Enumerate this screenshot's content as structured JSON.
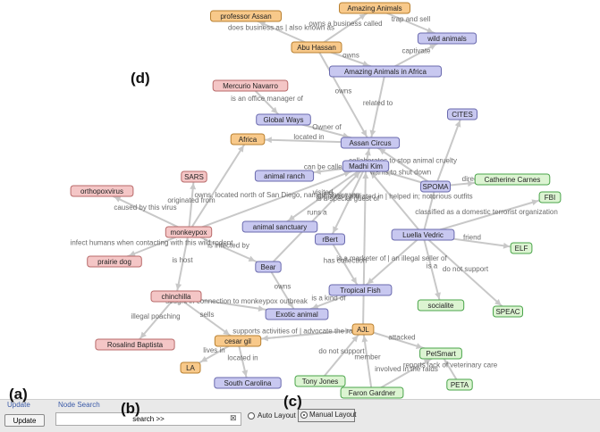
{
  "graph": {
    "nodes": [
      {
        "id": "professor_assan",
        "label": "professor Assan",
        "type": "org"
      },
      {
        "id": "amazing_animals",
        "label": "Amazing Animals",
        "type": "org"
      },
      {
        "id": "abu_hassan",
        "label": "Abu Hassan",
        "type": "org"
      },
      {
        "id": "wild_animals",
        "label": "wild animals",
        "type": "thing"
      },
      {
        "id": "amazing_animals_africa",
        "label": "Amazing Animals in Africa",
        "type": "thing"
      },
      {
        "id": "mercurio",
        "label": "Mercurio Navarro",
        "type": "person"
      },
      {
        "id": "global_ways",
        "label": "Global Ways",
        "type": "thing"
      },
      {
        "id": "cites",
        "label": "CITES",
        "type": "thing"
      },
      {
        "id": "africa",
        "label": "Africa",
        "type": "org"
      },
      {
        "id": "assan_circus",
        "label": "Assan Circus",
        "type": "thing"
      },
      {
        "id": "madhi_kim",
        "label": "Madhi Kim",
        "type": "thing"
      },
      {
        "id": "sars",
        "label": "SARS",
        "type": "person"
      },
      {
        "id": "animal_ranch",
        "label": "animal ranch",
        "type": "thing"
      },
      {
        "id": "spoma",
        "label": "SPOMA",
        "type": "thing"
      },
      {
        "id": "catherine",
        "label": "Catherine Carnes",
        "type": "green"
      },
      {
        "id": "fbi",
        "label": "FBI",
        "type": "green"
      },
      {
        "id": "orthopoxvirus",
        "label": "orthopoxvirus",
        "type": "person"
      },
      {
        "id": "monkeypox",
        "label": "monkeypox",
        "type": "person"
      },
      {
        "id": "animal_sanctuary",
        "label": "animal sanctuary",
        "type": "thing"
      },
      {
        "id": "luella",
        "label": "Luella Vedric",
        "type": "thing"
      },
      {
        "id": "elf",
        "label": "ELF",
        "type": "green"
      },
      {
        "id": "prairie_dog",
        "label": "prairie dog",
        "type": "person"
      },
      {
        "id": "rbert",
        "label": "rBert",
        "type": "thing"
      },
      {
        "id": "bear",
        "label": "Bear",
        "type": "thing"
      },
      {
        "id": "chinchilla",
        "label": "chinchilla",
        "type": "person"
      },
      {
        "id": "tropical_fish",
        "label": "Tropical Fish",
        "type": "thing"
      },
      {
        "id": "socialite",
        "label": "socialite",
        "type": "green"
      },
      {
        "id": "speac",
        "label": "SPEAC",
        "type": "green"
      },
      {
        "id": "exotic_animal",
        "label": "Exotic animal",
        "type": "thing"
      },
      {
        "id": "ajl",
        "label": "AJL",
        "type": "org"
      },
      {
        "id": "cesar_gil",
        "label": "cesar gil",
        "type": "org"
      },
      {
        "id": "rosalind",
        "label": "Rosalind Baptista",
        "type": "person"
      },
      {
        "id": "petsmart",
        "label": "PetSmart",
        "type": "green"
      },
      {
        "id": "la",
        "label": "LA",
        "type": "org"
      },
      {
        "id": "south_carolina",
        "label": "South Carolina",
        "type": "thing"
      },
      {
        "id": "tony_jones",
        "label": "Tony Jones",
        "type": "green"
      },
      {
        "id": "peta",
        "label": "PETA",
        "type": "green"
      },
      {
        "id": "faron",
        "label": "Faron Gardner",
        "type": "green"
      }
    ],
    "edges": [
      {
        "from": "abu_hassan",
        "to": "professor_assan",
        "label": "does business as | also known as"
      },
      {
        "from": "abu_hassan",
        "to": "amazing_animals",
        "label": "owns a business called"
      },
      {
        "from": "amazing_animals",
        "to": "wild_animals",
        "label": "trap and sell"
      },
      {
        "from": "amazing_animals_africa",
        "to": "wild_animals",
        "label": "captivate"
      },
      {
        "from": "abu_hassan",
        "to": "amazing_animals_africa",
        "label": "owns"
      },
      {
        "from": "abu_hassan",
        "to": "assan_circus",
        "label": "owns"
      },
      {
        "from": "amazing_animals_africa",
        "to": "assan_circus",
        "label": "related to"
      },
      {
        "from": "mercurio",
        "to": "global_ways",
        "label": "is an office manager of"
      },
      {
        "from": "assan_circus",
        "to": "africa",
        "label": "located in"
      },
      {
        "from": "global_ways",
        "to": "assan_circus",
        "label": "Owner of"
      },
      {
        "from": "madhi_kim",
        "to": "assan_circus",
        "label": ""
      },
      {
        "from": "madhi_kim",
        "to": "animal_ranch",
        "label": "can be called"
      },
      {
        "from": "spoma",
        "to": "assan_circus",
        "label": "collaborates to stop animal cruelty"
      },
      {
        "from": "spoma",
        "to": "cites",
        "label": ""
      },
      {
        "from": "spoma",
        "to": "madhi_kim",
        "label": "wants to shut down"
      },
      {
        "from": "spoma",
        "to": "catherine",
        "label": "director"
      },
      {
        "from": "luella",
        "to": "spoma",
        "label": ""
      },
      {
        "from": "luella",
        "to": "fbi",
        "label": "classified as a domestic terrorist organization"
      },
      {
        "from": "luella",
        "to": "elf",
        "label": "friend"
      },
      {
        "from": "luella",
        "to": "madhi_kim",
        "label": "supports | affiliated in | helped in; notorious outfits"
      },
      {
        "from": "luella",
        "to": "tropical_fish",
        "label": "is a marketer of | an illegal seller of"
      },
      {
        "from": "luella",
        "to": "socialite",
        "label": "is a"
      },
      {
        "from": "luella",
        "to": "speac",
        "label": "do not support"
      },
      {
        "from": "monkeypox",
        "to": "sars",
        "label": "originated from"
      },
      {
        "from": "monkeypox",
        "to": "africa",
        "label": ""
      },
      {
        "from": "monkeypox",
        "to": "orthopoxvirus",
        "label": "caused by this virus"
      },
      {
        "from": "monkeypox",
        "to": "prairie_dog",
        "label": "infect humans when contacting with this wild rodent"
      },
      {
        "from": "monkeypox",
        "to": "chinchilla",
        "label": "is host"
      },
      {
        "from": "monkeypox",
        "to": "bear",
        "label": "is infected by"
      },
      {
        "from": "monkeypox",
        "to": "madhi_kim",
        "label": "owns, located north of San Diego, named Shrawana"
      },
      {
        "from": "madhi_kim",
        "to": "animal_sanctuary",
        "label": "visited"
      },
      {
        "from": "madhi_kim",
        "to": "rbert",
        "label": "is a special guest of"
      },
      {
        "from": "bear",
        "to": "madhi_kim",
        "label": "runs a"
      },
      {
        "from": "rbert",
        "to": "tropical_fish",
        "label": "has collection"
      },
      {
        "from": "bear",
        "to": "exotic_animal",
        "label": "owns"
      },
      {
        "from": "tropical_fish",
        "to": "exotic_animal",
        "label": "is a kind of"
      },
      {
        "from": "chinchilla",
        "to": "exotic_animal",
        "label": "sought in connection to monkeypox outbreak"
      },
      {
        "from": "chinchilla",
        "to": "rosalind",
        "label": "illegal poaching"
      },
      {
        "from": "chinchilla",
        "to": "cesar_gil",
        "label": "sells"
      },
      {
        "from": "cesar_gil",
        "to": "ajl",
        "label": "supports activities of | advocate the raid on"
      },
      {
        "from": "cesar_gil",
        "to": "la",
        "label": "lives in"
      },
      {
        "from": "cesar_gil",
        "to": "south_carolina",
        "label": "located in"
      },
      {
        "from": "ajl",
        "to": "cesar_gil",
        "label": ""
      },
      {
        "from": "ajl",
        "to": "petsmart",
        "label": "attacked"
      },
      {
        "from": "ajl",
        "to": "madhi_kim",
        "label": ""
      },
      {
        "from": "tony_jones",
        "to": "ajl",
        "label": "do not support"
      },
      {
        "from": "faron",
        "to": "ajl",
        "label": "member"
      },
      {
        "from": "peta",
        "to": "petsmart",
        "label": "reports lack of veterinary care"
      },
      {
        "from": "faron",
        "to": "petsmart",
        "label": "involved in the raids"
      }
    ],
    "markers": {
      "d": "(d)",
      "a": "(a)",
      "b": "(b)",
      "c": "(c)"
    },
    "colors": {
      "org": {
        "fill": "#f8c98a",
        "stroke": "#b88030"
      },
      "thing": {
        "fill": "#c8c8f0",
        "stroke": "#6a6aae"
      },
      "person": {
        "fill": "#f4c6c6",
        "stroke": "#b86a6a"
      },
      "green": {
        "fill": "#dcf4d2",
        "stroke": "#4aa44a"
      }
    }
  },
  "controls": {
    "update_section": "Update",
    "update_button": "Update",
    "node_search_section": "Node Search",
    "search_value": "search >>",
    "clear_symbol": "⊠",
    "auto_layout_label": "Auto Layout",
    "manual_layout_label": "Manual Layout",
    "selected_layout": "manual"
  }
}
